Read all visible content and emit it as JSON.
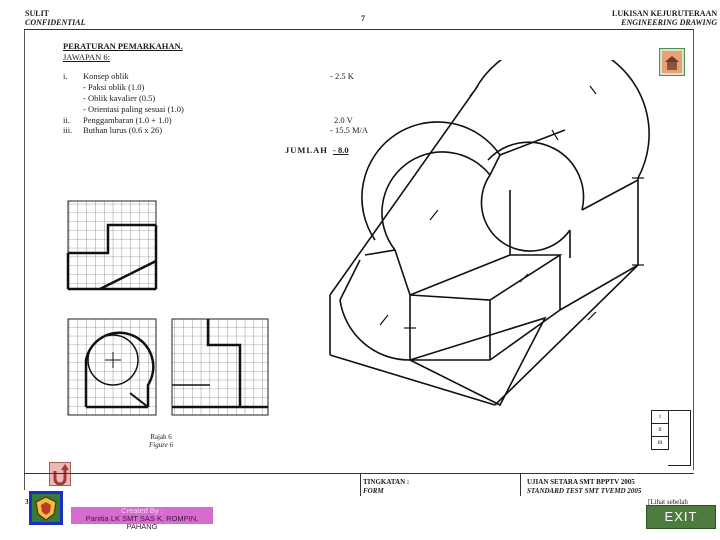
{
  "header": {
    "left_line1": "SULIT",
    "left_line2": "CONFIDENTIAL",
    "page_number": "7",
    "right_line1": "LUKISAN KEJURUTERAAN",
    "right_line2": "ENGINEERING DRAWING"
  },
  "marking_scheme": {
    "title": "PERATURAN PEMARKAHAN.",
    "subtitle": "JAWAPAN 6:",
    "rows": [
      {
        "num": "i.",
        "text": "Konsep oblik",
        "mark": "- 2.5 K"
      },
      {
        "num": "",
        "text": "- Paksi oblik  (1.0)",
        "mark": ""
      },
      {
        "num": "",
        "text": "- Oblik kavalier  (0.5)",
        "mark": ""
      },
      {
        "num": "",
        "text": "- Orientasi paling sesuai  (1.0)",
        "mark": ""
      },
      {
        "num": "ii.",
        "text": "Penggambaran  (1.0 + 1.0)",
        "mark": "2.0 V"
      },
      {
        "num": "iii.",
        "text": "Buthan lurus  (0.6 x 26)",
        "mark": "- 15.5 M/A"
      }
    ],
    "total_label": "JUMLAH",
    "total_value": "- 8.0"
  },
  "figure": {
    "caption": "Rajah 6",
    "caption_en": "Figure 6"
  },
  "side_table": [
    "i",
    "ii",
    "iii"
  ],
  "footer": {
    "left_code": "3",
    "tingkatan_label": "TINGKATAN :",
    "form_label": "FORM",
    "exam_line1": "UJIAN SETARA SMT BPPTV 2005",
    "exam_line2": "STANDARD TEST SMT TVEMD 2005",
    "next_page": "[Lihat sebelah",
    "credit_line1": "Created By :",
    "credit_line2": "Panitia LK SMT SAS K. ROMPIN, PAHANG",
    "exit_label": "EXIT"
  },
  "colors": {
    "home_button": "#cfe8c8",
    "back_button": "#f0b6b6",
    "credit_bar": "#d86bd0",
    "exit_button": "#4d7a3e",
    "logo_border": "#1d2fbf"
  },
  "icons": {
    "home": "house-icon",
    "back": "u-turn-arrow-icon"
  }
}
